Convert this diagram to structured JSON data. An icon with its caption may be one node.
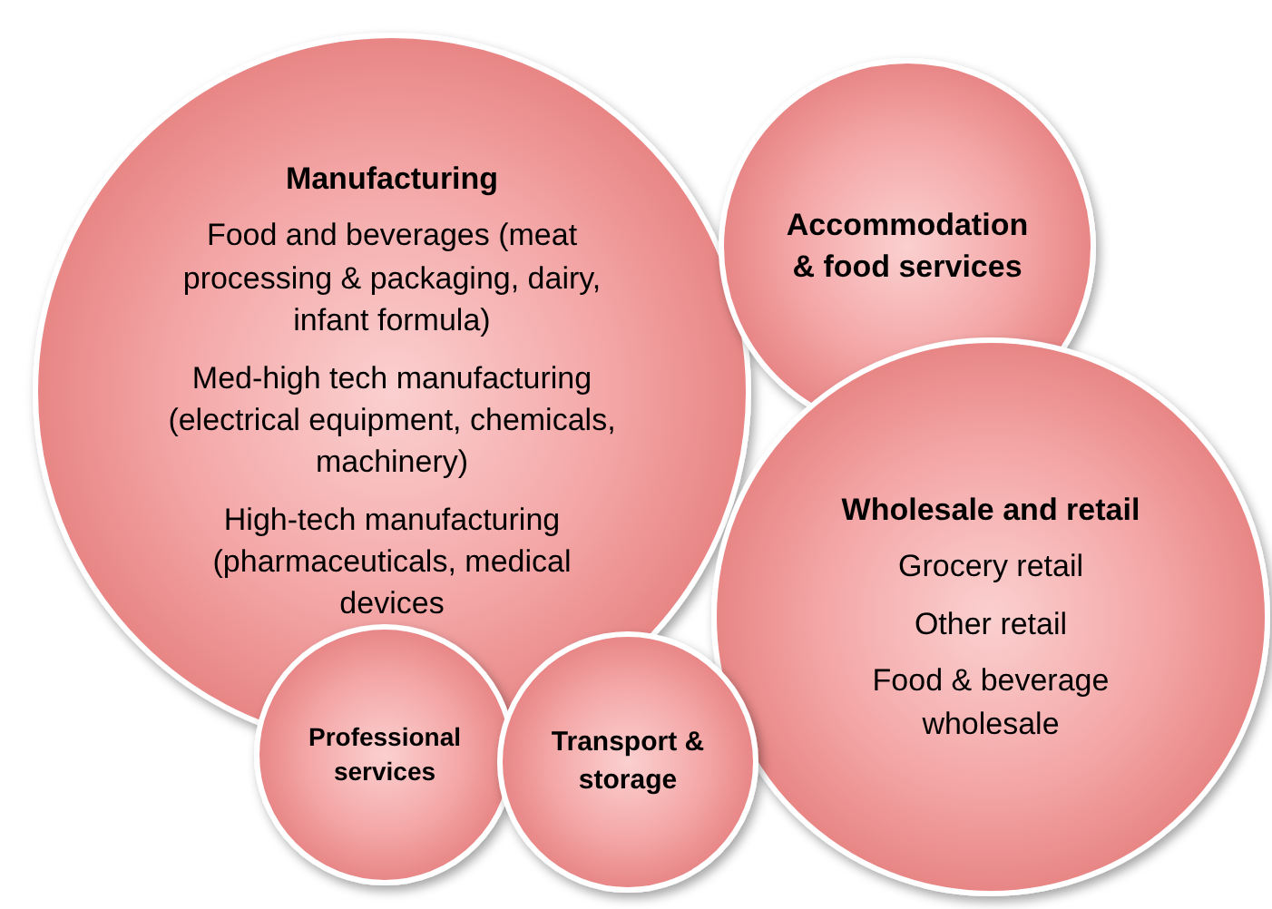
{
  "diagram": {
    "nodes": [
      {
        "text": [
          "Manufacturing",
          "Food and beverages (meat processing & packaging, dairy, infant formula)",
          "Med-high tech manufacturing (electrical equipment, chemicals, machinery)",
          "High-tech manufacturing (pharmaceuticals, medical devices"
        ]
      },
      {
        "text": [
          "Accommodation & food services"
        ]
      },
      {
        "text": [
          "Wholesale and retail",
          "Grocery retail",
          "Other retail",
          "Food & beverage wholesale"
        ]
      },
      {
        "text": [
          "Professional services"
        ]
      },
      {
        "text": [
          "Transport & storage"
        ]
      }
    ]
  }
}
